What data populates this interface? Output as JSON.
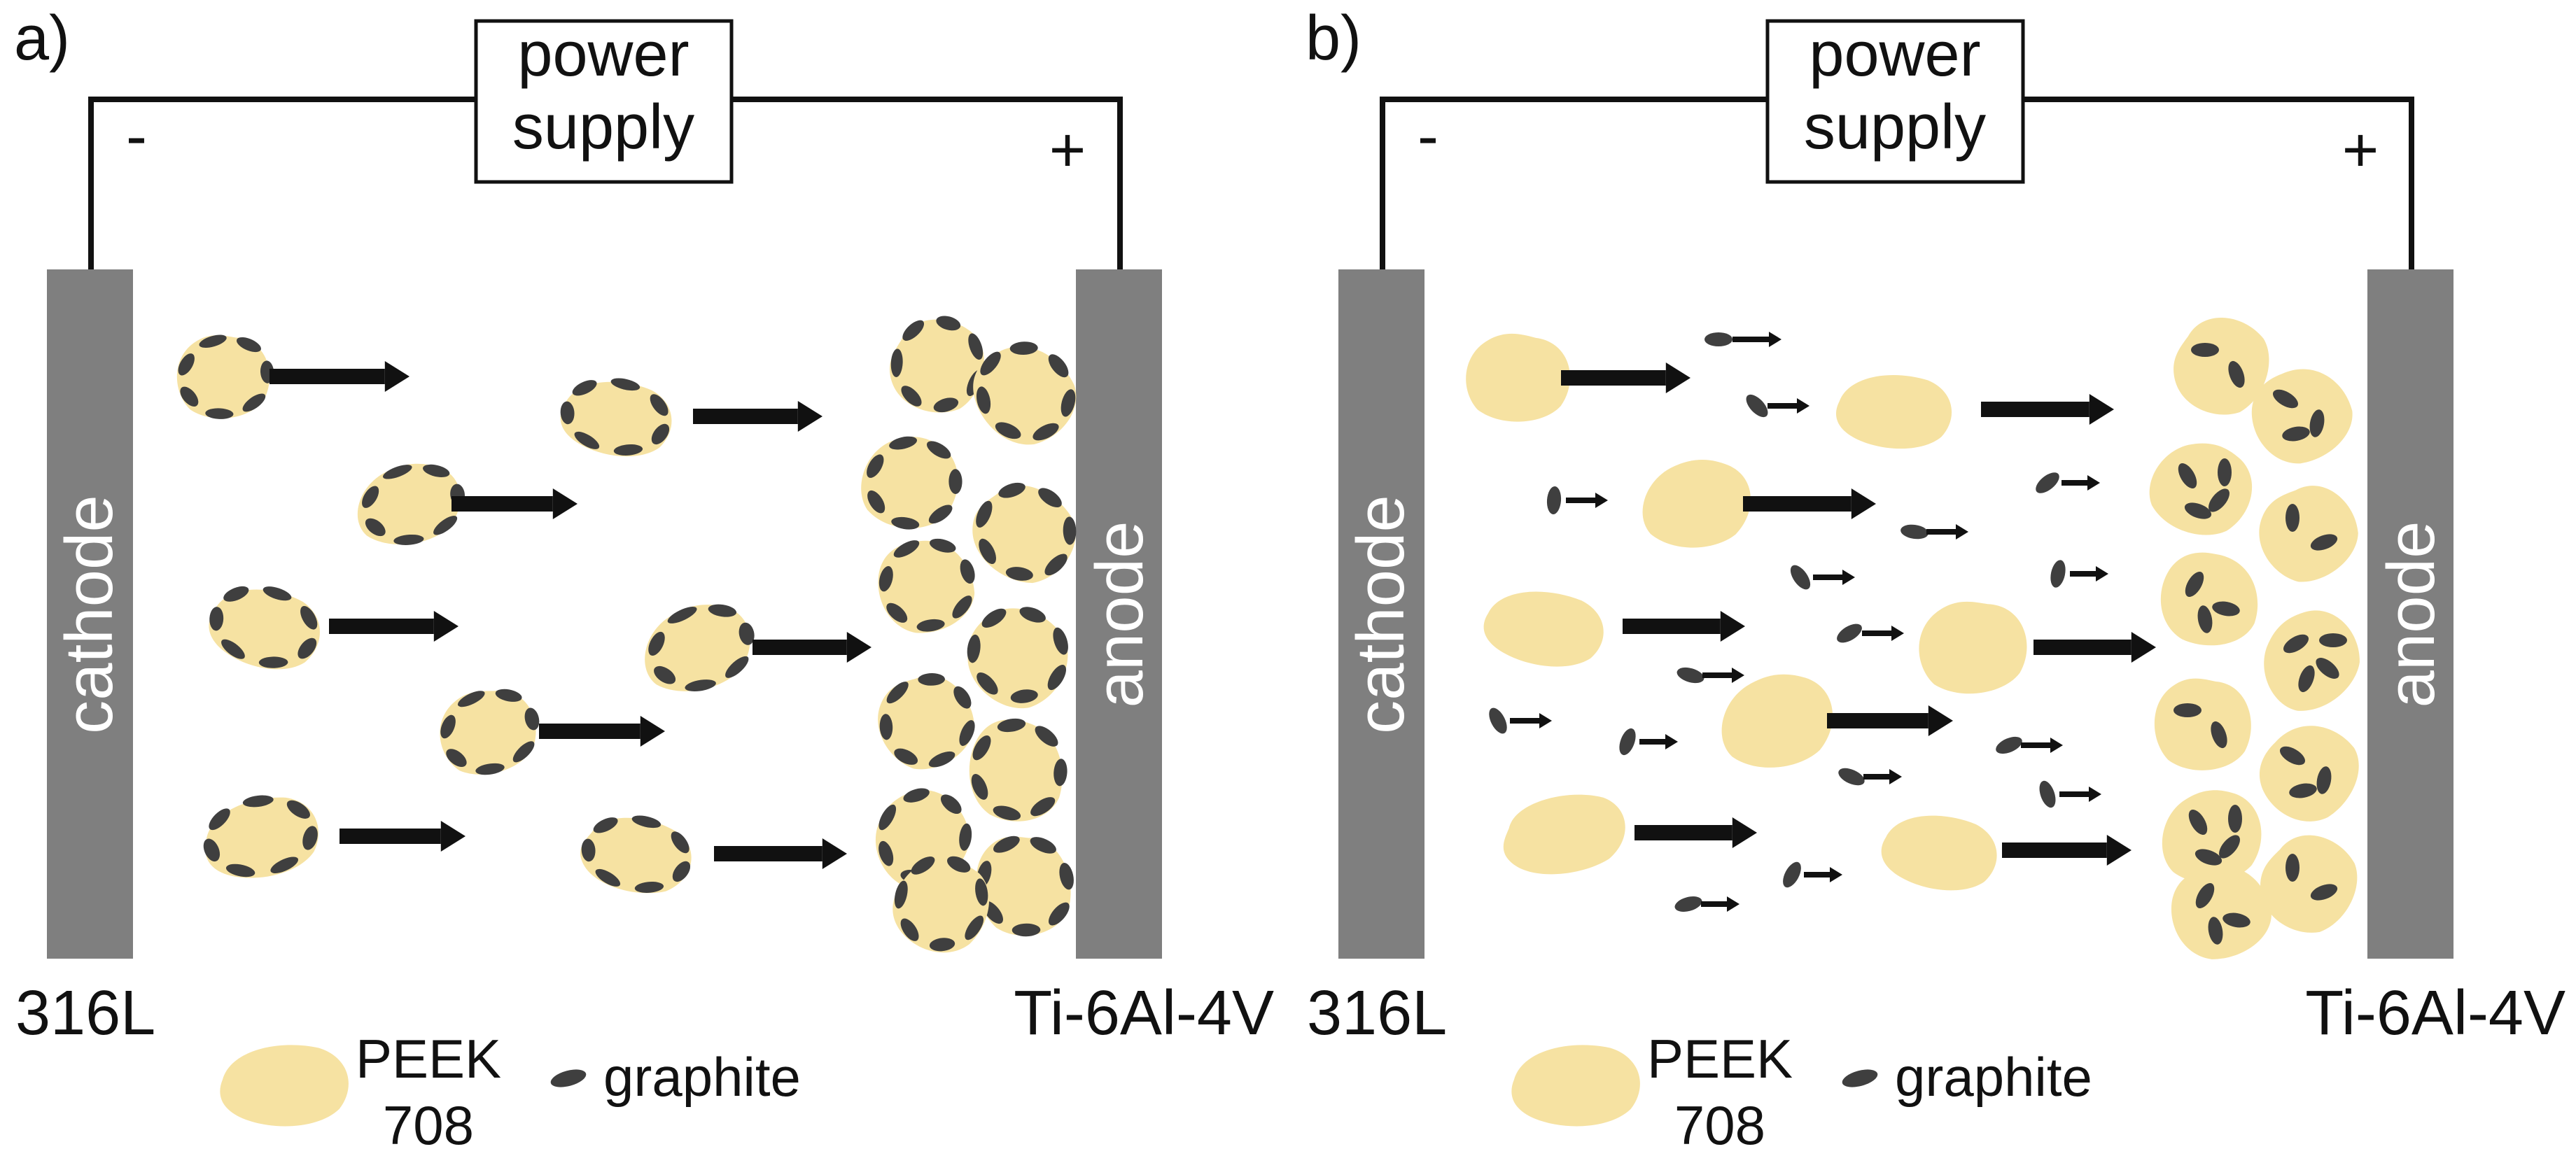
{
  "colors": {
    "electrode": "#7f7f7f",
    "peek": "#f6e2a2",
    "graphite": "#3f3f3f",
    "wire": "#111111",
    "arrow": "#111111"
  },
  "panels": [
    {
      "panel_label": "a)",
      "power_supply_line1": "power",
      "power_supply_line2": "supply",
      "minus_sign": "-",
      "plus_sign": "+",
      "cathode_label": "cathode",
      "anode_label": "anode",
      "cathode_material": "316L",
      "anode_material": "Ti-6Al-4V",
      "legend_peek_line1": "PEEK",
      "legend_peek_line2": "708",
      "legend_graphite": "graphite",
      "graphite_coated_particles": true
    },
    {
      "panel_label": "b)",
      "power_supply_line1": "power",
      "power_supply_line2": "supply",
      "minus_sign": "-",
      "plus_sign": "+",
      "cathode_label": "cathode",
      "anode_label": "anode",
      "cathode_material": "316L",
      "anode_material": "Ti-6Al-4V",
      "legend_peek_line1": "PEEK",
      "legend_peek_line2": "708",
      "legend_graphite": "graphite",
      "graphite_coated_particles": false
    }
  ]
}
